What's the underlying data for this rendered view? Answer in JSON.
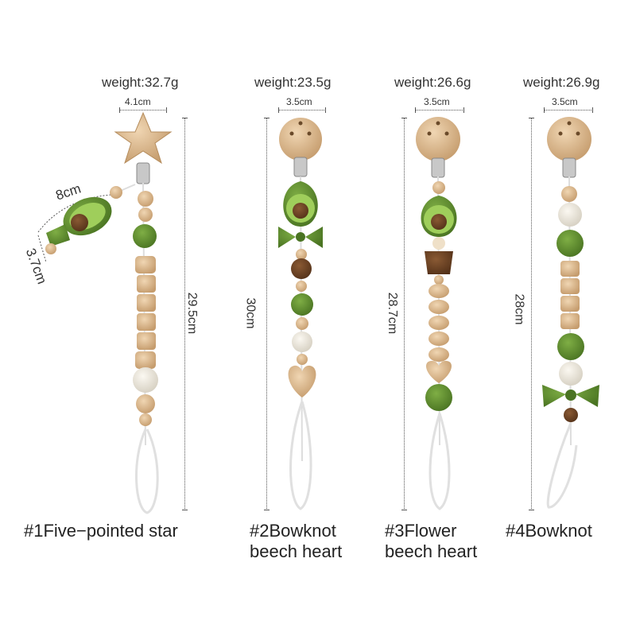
{
  "products": [
    {
      "weight": "weight:32.7g",
      "width": "4.1cm",
      "height": "29.5cm",
      "caption_lines": [
        "#1Five−pointed star"
      ],
      "extra": {
        "length": "8cm",
        "thickness": "3.7cm"
      }
    },
    {
      "weight": "weight:23.5g",
      "width": "3.5cm",
      "height": "30cm",
      "caption_lines": [
        "#2Bowknot",
        "beech heart"
      ]
    },
    {
      "weight": "weight:26.6g",
      "width": "3.5cm",
      "height": "28.7cm",
      "caption_lines": [
        "#3Flower",
        "beech heart"
      ]
    },
    {
      "weight": "weight:26.9g",
      "width": "3.5cm",
      "height": "28cm",
      "caption_lines": [
        "#4Bowknot"
      ]
    }
  ],
  "colors": {
    "wood": "#dcbb93",
    "green": "#5e8e2e",
    "white_knit": "#ebe6da",
    "brown": "#6d4527",
    "cord": "#e2e2e2"
  }
}
